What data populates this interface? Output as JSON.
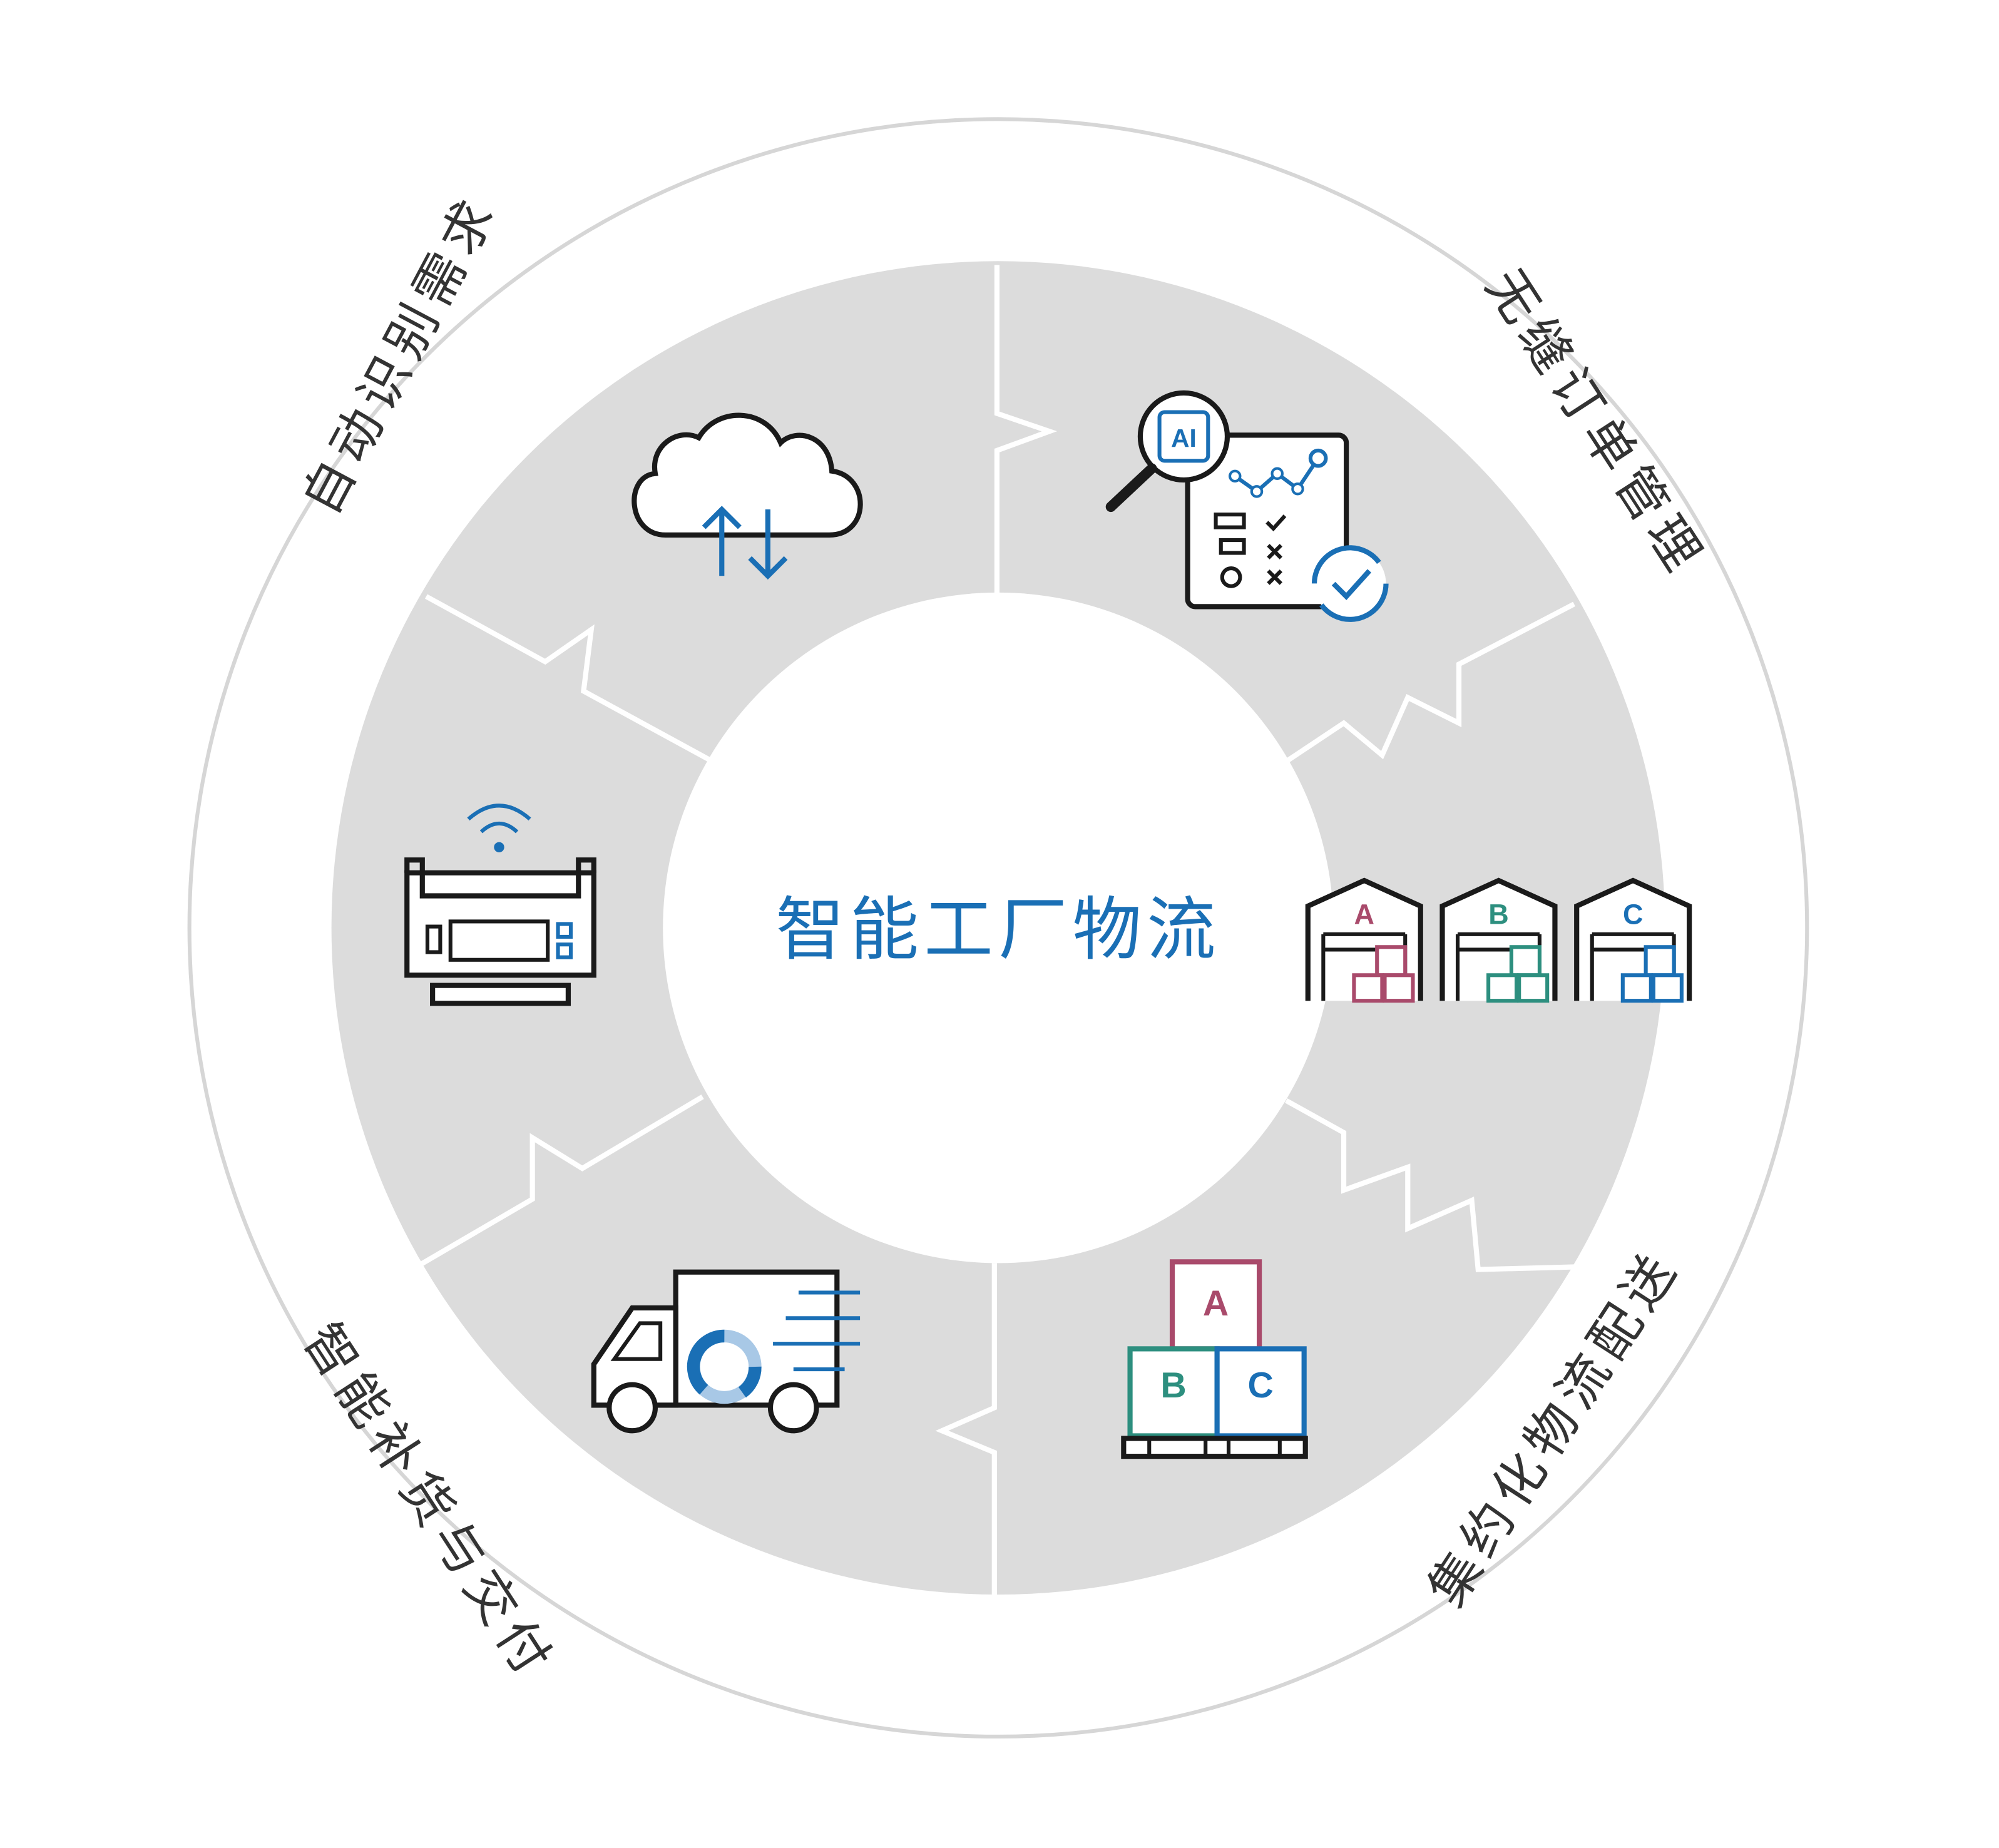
{
  "diagram": {
    "center_title": "智能工厂物流",
    "stages": [
      {
        "label": "自动识别需求",
        "icon": "cloud-sync-icon"
      },
      {
        "label": "无缝订单管理",
        "icon": "ai-analysis-checklist-icon"
      },
      {
        "label": "集约化物流配送",
        "icon": "abc-warehouses-icon"
      },
      {
        "label": "智能补货与交付",
        "icon": "delivery-truck-icon"
      }
    ],
    "icons": {
      "ai_text": "AI",
      "warehouse_letters": [
        "A",
        "B",
        "C"
      ],
      "pallet_box_letters": [
        "A",
        "B",
        "C"
      ]
    }
  },
  "colors": {
    "ring_fill": "#dcdcdc",
    "outer_ring": "#d6d6d6",
    "accent_blue": "#1a6fb5",
    "light_blue": "#a8c8e6",
    "magenta": "#a94a6b",
    "teal": "#2d8f7f",
    "line_dark": "#1a1a1a"
  }
}
